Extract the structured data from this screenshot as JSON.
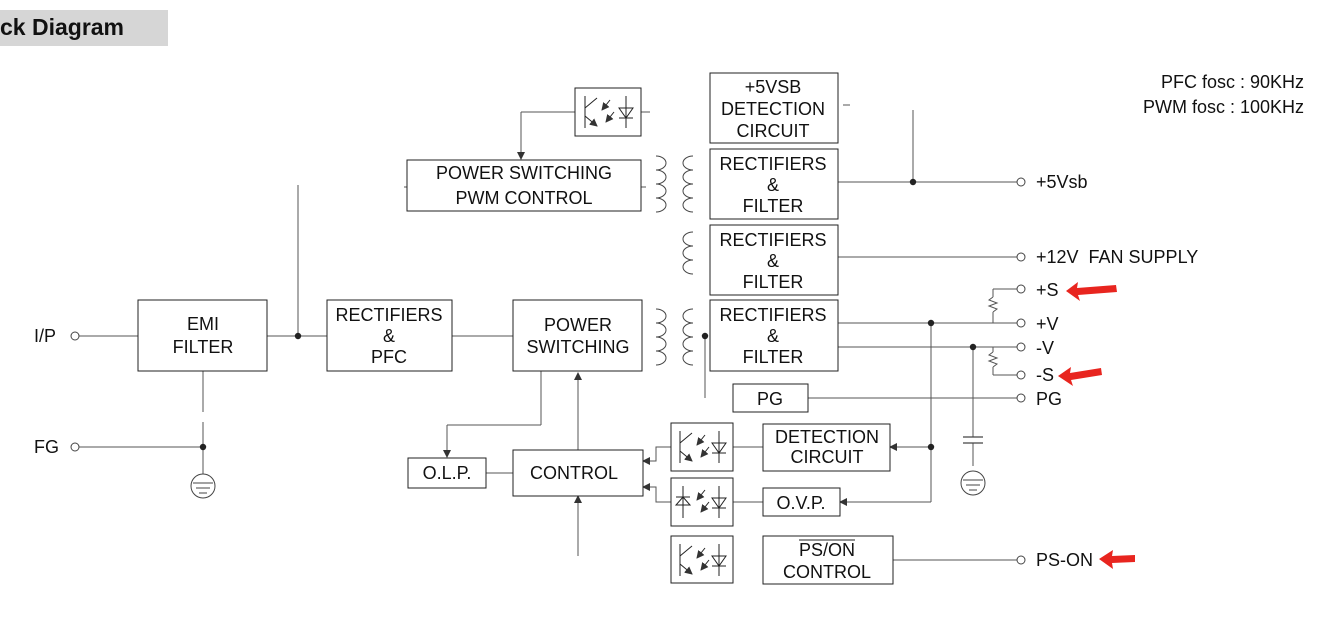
{
  "header": {
    "title": "ck Diagram"
  },
  "freq": {
    "pfc": "PFC fosc : 90KHz",
    "pwm": "PWM fosc : 100KHz"
  },
  "blocks": {
    "emi": [
      "EMI",
      "FILTER"
    ],
    "rect_pfc": [
      "RECTIFIERS",
      "&",
      "PFC"
    ],
    "power_switching": [
      "POWER",
      "SWITCHING"
    ],
    "pwm": [
      "POWER SWITCHING",
      "PWM CONTROL"
    ],
    "vsb_detect": [
      "+5VSB",
      "DETECTION",
      "CIRCUIT"
    ],
    "rect_5vsb": [
      "RECTIFIERS",
      "&",
      "FILTER"
    ],
    "rect_12v": [
      "RECTIFIERS",
      "&",
      "FILTER"
    ],
    "rect_main": [
      "RECTIFIERS",
      "&",
      "FILTER"
    ],
    "pg": "PG",
    "detection": [
      "DETECTION",
      "CIRCUIT"
    ],
    "ovp": "O.V.P.",
    "control": "CONTROL",
    "olp": "O.L.P.",
    "pson": [
      "PS/ON",
      "CONTROL"
    ]
  },
  "terminals": {
    "ip": "I/P",
    "fg": "FG",
    "vsb": "+5Vsb",
    "fan": "+12V  FAN SUPPLY",
    "plus_s": "+S",
    "plus_v": "+V",
    "minus_v": "-V",
    "minus_s": "-S",
    "pg": "PG",
    "pson": "PS-ON"
  },
  "colors": {
    "line": "#555555",
    "box": "#222222",
    "arrow": "#e8251f",
    "header_bg": "#d6d6d6"
  }
}
